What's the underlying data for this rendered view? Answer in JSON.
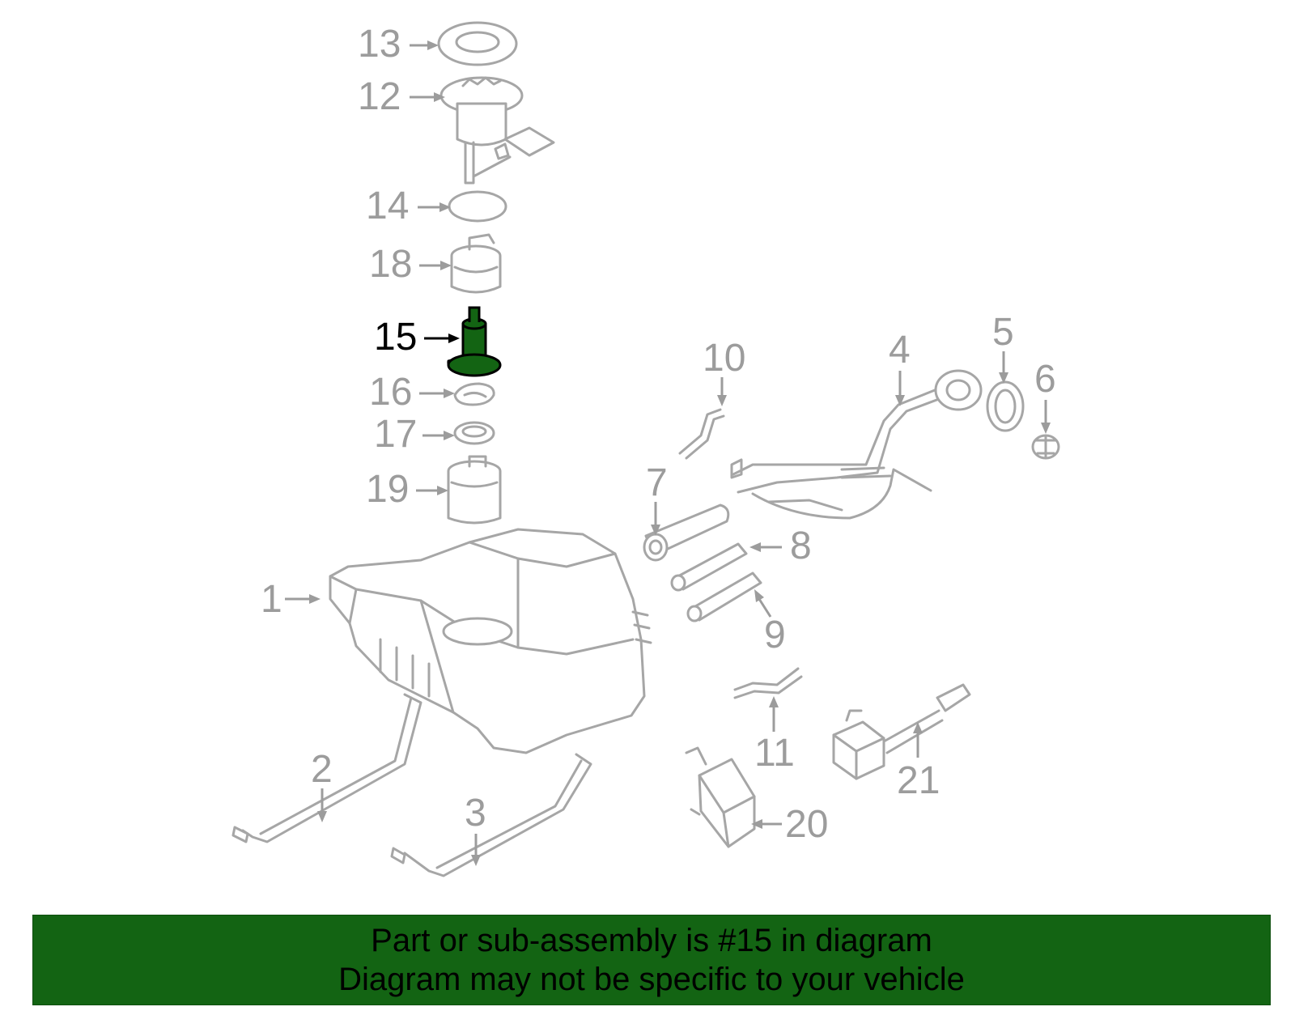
{
  "callouts": [
    "13",
    "12",
    "14",
    "18",
    "15",
    "16",
    "17",
    "19",
    "1",
    "2",
    "3",
    "10",
    "4",
    "5",
    "6",
    "7",
    "8",
    "9",
    "11",
    "21",
    "20"
  ],
  "highlighted_part": "15",
  "colors": {
    "highlight": "#136413",
    "part_outline": "#a6a6a6",
    "label": "#9c9c9c",
    "banner": "#136413"
  },
  "footer": {
    "line1": "Part or sub-assembly is #15 in diagram",
    "line2": "Diagram may not be specific to your vehicle"
  }
}
